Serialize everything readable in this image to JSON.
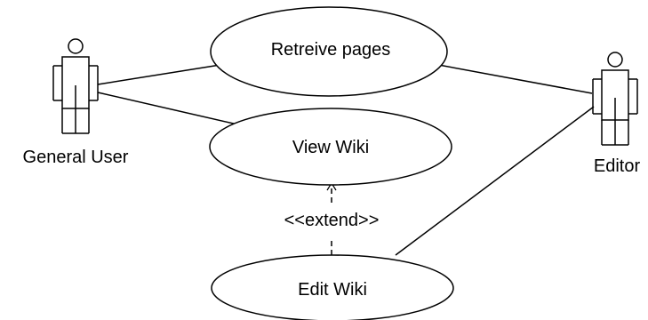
{
  "diagram": {
    "actors": [
      {
        "id": "general-user",
        "label": "General User"
      },
      {
        "id": "editor",
        "label": "Editor"
      }
    ],
    "use_cases": [
      {
        "id": "retrieve-pages",
        "label": "Retreive pages"
      },
      {
        "id": "view-wiki",
        "label": "View Wiki"
      },
      {
        "id": "edit-wiki",
        "label": "Edit Wiki"
      }
    ],
    "relations": {
      "extend_label": "<<extend>>"
    }
  }
}
